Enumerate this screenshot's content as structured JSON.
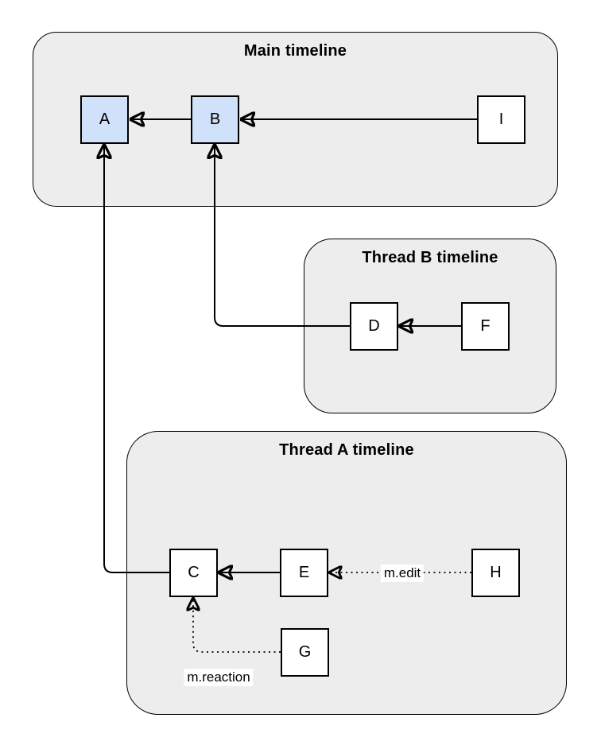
{
  "containers": {
    "main": {
      "title": "Main timeline"
    },
    "thread_b": {
      "title": "Thread B timeline"
    },
    "thread_a": {
      "title": "Thread A timeline"
    }
  },
  "nodes": {
    "a": {
      "label": "A"
    },
    "b": {
      "label": "B"
    },
    "i": {
      "label": "I"
    },
    "d": {
      "label": "D"
    },
    "f": {
      "label": "F"
    },
    "c": {
      "label": "C"
    },
    "e": {
      "label": "E"
    },
    "h": {
      "label": "H"
    },
    "g": {
      "label": "G"
    }
  },
  "edge_labels": {
    "h_to_e": "m.edit",
    "g_to_c": "m.reaction"
  },
  "colors": {
    "background": "#ffffff",
    "container_fill": "#ededed",
    "container_stroke": "#000000",
    "node_fill_default": "#ffffff",
    "node_fill_highlight": "#cfe2fa",
    "node_stroke": "#000000",
    "edge_color": "#000000"
  }
}
